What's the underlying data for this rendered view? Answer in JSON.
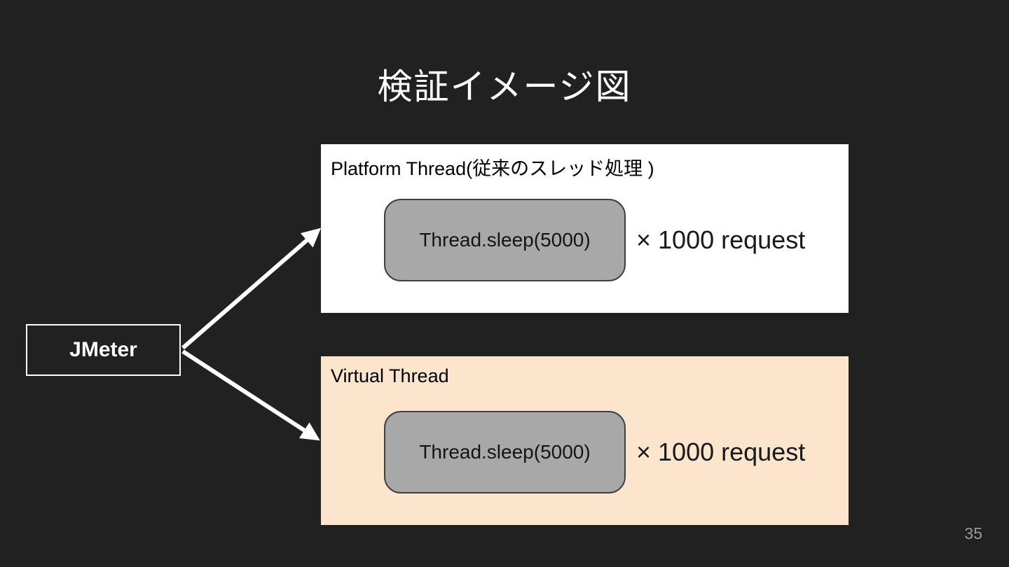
{
  "slide": {
    "title": "検証イメージ図",
    "page_number": "35"
  },
  "jmeter": {
    "label": "JMeter"
  },
  "panels": {
    "platform": {
      "label": "Platform Thread(従来のスレッド処理 )",
      "task": "Thread.sleep(5000)",
      "multiplier": "× 1000 request"
    },
    "virtual": {
      "label": "Virtual Thread",
      "task": "Thread.sleep(5000)",
      "multiplier": "× 1000 request"
    }
  },
  "icons": {
    "arrow_to_platform": "arrow-up-right-icon",
    "arrow_to_virtual": "arrow-down-right-icon"
  },
  "colors": {
    "background": "#212121",
    "platform_panel_bg": "#ffffff",
    "virtual_panel_bg": "#fce5cd",
    "task_box_bg": "#a8a8a8",
    "arrow": "#ffffff",
    "jmeter_border": "#ffffff",
    "page_number": "#9a9a9a"
  }
}
